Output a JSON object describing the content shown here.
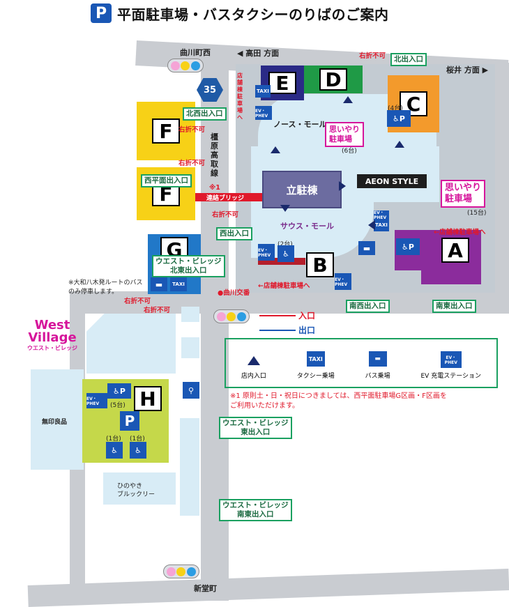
{
  "title": "平面駐車場・バスタクシーのりばのご案内",
  "roads": {
    "north_crossing": "曲川町西",
    "north_direction": "高田 方面",
    "east_direction": "桜井 方面",
    "route_number": "35",
    "rail_line": "橿原高取線",
    "rail_note": "※1",
    "bridge": "連絡ブリッジ",
    "south_crossing": "新堂町",
    "signal_label": "●曲川交番"
  },
  "buildings": {
    "north_mall": "ノース・モール",
    "south_mall": "サウス・モール",
    "tower": "立駐棟",
    "aeon": "AEON STYLE",
    "west_village_line1": "West",
    "west_village_line2": "Village",
    "west_village_kana": "ウエスト・ビレッジ",
    "mujirushi": "無印良品",
    "store_a": "ひのやき",
    "store_b": "ブルックリー"
  },
  "lots": [
    "A",
    "B",
    "C",
    "D",
    "E",
    "F",
    "F",
    "G",
    "H"
  ],
  "gates": {
    "north": "北出入口",
    "northwest": "北西出入口",
    "west_plane": "西平面出入口",
    "west": "西出入口",
    "wv_north_east": "ウエスト・ビレッジ\n北東出入口",
    "southwest": "南西出入口",
    "southeast": "南東出入口",
    "wv_east": "ウエスト・ビレッジ\n東出入口",
    "wv_south_east": "ウエスト・ビレッジ\n南東出入口"
  },
  "notes": {
    "no_right_turn": "右折不可",
    "store_garage_to": "←店舗棟駐車場へ",
    "store_garage_to_r": "←店舗棟駐車場へ",
    "store_garage_vertical": "店舗棟駐車場へ",
    "bus_note": "※大和八木発ルートのバス\nのみ停車します。",
    "footnote": "※1 原則土・日・祝日につきましては、西平面駐車場G区画・F区画を\nご利用いただけます。"
  },
  "omoiyari": {
    "north_label": "思いやり\n駐車場",
    "north_count": "(6台)",
    "east_label": "思いやり\n駐車場",
    "east_count": "(15台)"
  },
  "counts": {
    "c_lot": "(4台)",
    "b_lot": "(2台)",
    "h_ev": "(5台)",
    "h_left": "(1台)",
    "h_right": "(1台)"
  },
  "legend_directions": {
    "in": "入口",
    "out": "出口"
  },
  "legend": [
    {
      "icon": "entrance-triangle",
      "label": "店内入口"
    },
    {
      "icon": "taxi-icon",
      "label": "タクシー乗場"
    },
    {
      "icon": "bus-icon",
      "label": "バス乗場"
    },
    {
      "icon": "ev-charger-icon",
      "label": "EV 充電ステーション"
    }
  ],
  "icons": {
    "taxi": "TAXI",
    "ev": "EV・PHEV",
    "p": "P"
  },
  "colors": {
    "lot_yellow": "#f7d117",
    "lot_orange": "#f39a2c",
    "lot_green": "#1f9a46",
    "lot_navy": "#2a2a86",
    "lot_purple": "#8b2c9c",
    "lot_lime": "#c5d84a",
    "lot_blue": "#2178c8",
    "red": "#e0192b",
    "blue": "#1a57b5",
    "pink": "#d6159b"
  }
}
